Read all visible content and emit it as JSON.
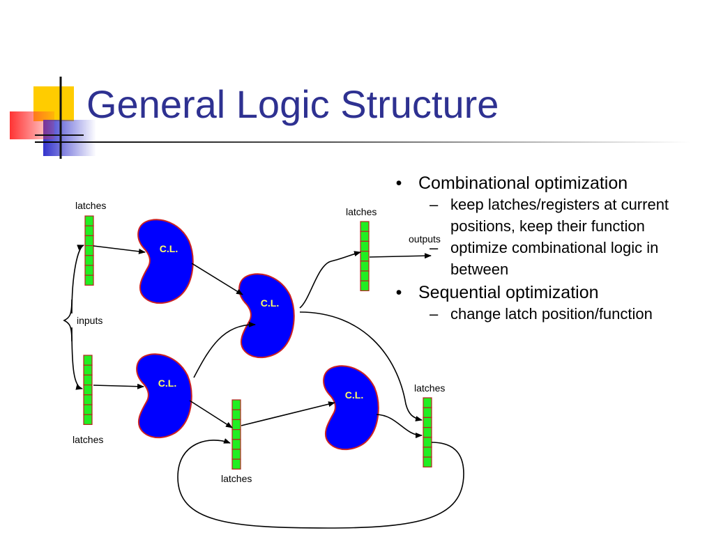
{
  "slide": {
    "title": "General Logic Structure"
  },
  "bullets": [
    {
      "marker": "•",
      "text": "Combinational optimization",
      "sub": [
        {
          "marker": "–",
          "text": "keep latches/registers at current positions, keep their function"
        },
        {
          "marker": "–",
          "text": "optimize combinational logic in between"
        }
      ]
    },
    {
      "marker": "•",
      "text": "Sequential optimization",
      "sub": [
        {
          "marker": "–",
          "text": "change latch position/function"
        }
      ]
    }
  ],
  "diagram": {
    "labels": {
      "latches": "latches",
      "inputs": "inputs",
      "outputs": "outputs",
      "logic_block": "C.L."
    },
    "colors": {
      "title": "#2E3191",
      "logic_fill": "#0000FF",
      "logic_border": "#CC2222",
      "logic_text": "#FFFF66",
      "latch_fill": "#22EE22",
      "latch_border": "#BB2222"
    }
  }
}
